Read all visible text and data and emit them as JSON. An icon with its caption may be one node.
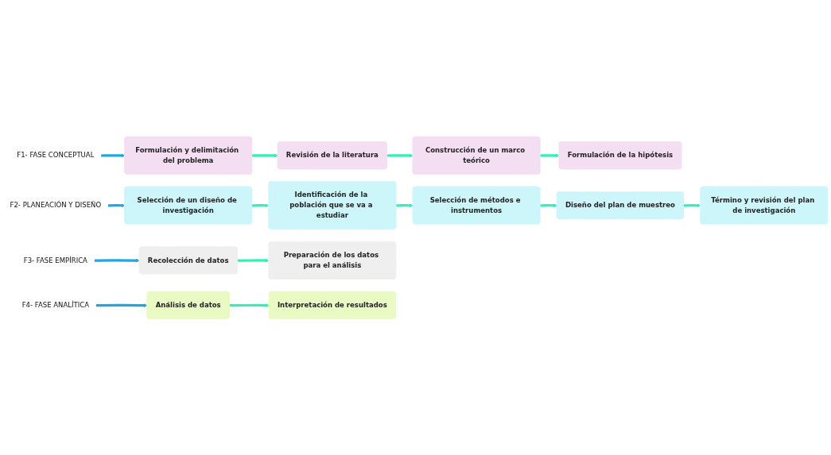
{
  "diagram": {
    "nodes": [
      {
        "text": [
          "F1- FASE CONCEPTUAL"
        ]
      },
      {
        "text": [
          "Formulación y delimitación del problema"
        ]
      },
      {
        "text": [
          "Revisión de la literatura"
        ]
      },
      {
        "text": [
          "Construcción de un marco teórico"
        ]
      },
      {
        "text": [
          "Formulación de la hipótesis"
        ]
      },
      {
        "text": [
          "F2- PLANEACIÓN Y DISEÑO"
        ]
      },
      {
        "text": [
          "Selección de un diseño de investigación"
        ]
      },
      {
        "text": [
          "Identificación de la población que se va a estudiar"
        ]
      },
      {
        "text": [
          "Selección de métodos e instrumentos"
        ]
      },
      {
        "text": [
          "Diseño del plan de muestreo"
        ]
      },
      {
        "text": [
          "Término y revisión del plan de investigación"
        ]
      },
      {
        "text": [
          "F3- FASE EMPÍRICA"
        ]
      },
      {
        "text": [
          "Recolección de datos"
        ]
      },
      {
        "text": [
          "Preparación de los datos para el análisis"
        ]
      },
      {
        "text": [
          "F4- FASE ANALÍTICA"
        ]
      },
      {
        "text": [
          "Análisis de datos"
        ]
      },
      {
        "text": [
          "Interpretación de resultados"
        ]
      }
    ],
    "edges": [
      {
        "from": 0,
        "to": 1,
        "arrow": "to",
        "color": "#1ea7e8"
      },
      {
        "from": 1,
        "to": 2,
        "arrow": "to"
      },
      {
        "from": 2,
        "to": 3,
        "arrow": "to"
      },
      {
        "from": 3,
        "to": 4,
        "arrow": "to"
      },
      {
        "from": 5,
        "to": 6,
        "arrow": "to",
        "color": "#1ea7e8"
      },
      {
        "from": 6,
        "to": 7,
        "arrow": "to"
      },
      {
        "from": 7,
        "to": 8,
        "arrow": "to"
      },
      {
        "from": 8,
        "to": 9,
        "arrow": "to"
      },
      {
        "from": 9,
        "to": 10,
        "arrow": "to"
      },
      {
        "from": 11,
        "to": 12,
        "arrow": "to",
        "color": "#1ea7e8"
      },
      {
        "from": 12,
        "to": 13,
        "arrow": "to"
      },
      {
        "from": 14,
        "to": 15,
        "arrow": "to",
        "color": "#1ea7e8"
      },
      {
        "from": 15,
        "to": 16,
        "arrow": "to"
      }
    ]
  }
}
